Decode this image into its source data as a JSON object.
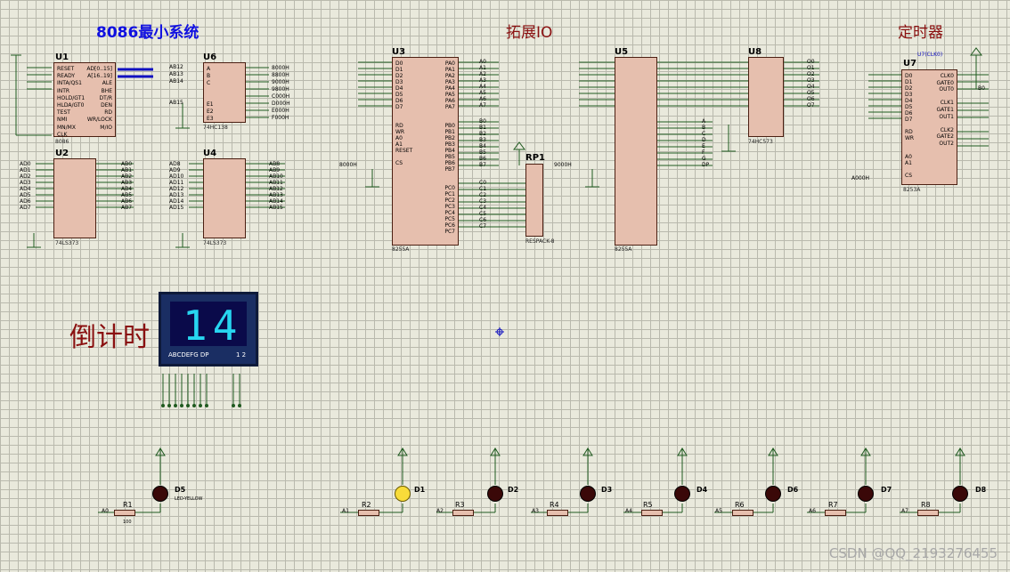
{
  "titles": {
    "min_system": "8086最小系统",
    "expand_io": "拓展IO",
    "timer": "定时器",
    "countdown": "倒计时"
  },
  "chips": {
    "u1": {
      "name": "U1",
      "type": "8086"
    },
    "u6": {
      "name": "U6",
      "type": "74HC138"
    },
    "u2": {
      "name": "U2",
      "type": "74LS373"
    },
    "u4": {
      "name": "U4",
      "type": "74LS373"
    },
    "u3": {
      "name": "U3",
      "type": "8255A"
    },
    "u5": {
      "name": "U5",
      "type": "8255A"
    },
    "u8": {
      "name": "U8",
      "type": "74HC573"
    },
    "u7": {
      "name": "U7",
      "type": "8253A"
    },
    "rp1": {
      "name": "RP1",
      "type": "RESPACK-8"
    }
  },
  "u1_pins_left": [
    "RESET",
    "READY",
    "INTA/QS1",
    "INTR",
    "HOLD/GT1",
    "HLDA/GT0",
    "TEST",
    "NMI",
    "MN/MX",
    "CLK"
  ],
  "u1_pins_right": [
    "AD[0..15]",
    "A[16..19]",
    "ALE",
    "BHE",
    "DT/R",
    "DEN",
    "RD",
    "WR/LOCK",
    "M/IO"
  ],
  "u6_outputs": [
    "8000H",
    "8800H",
    "9000H",
    "9800H",
    "C000H",
    "D000H",
    "E000H",
    "F000H"
  ],
  "u6_inputs": [
    "A",
    "B",
    "C",
    "E1",
    "E2",
    "E3"
  ],
  "u6_nets": [
    "AB12",
    "AB13",
    "AB14",
    "AB15"
  ],
  "u2_in": [
    "AD0",
    "AD1",
    "AD2",
    "AD3",
    "AD4",
    "AD5",
    "AD6",
    "AD7"
  ],
  "u2_out": [
    "AB0",
    "AB1",
    "AB2",
    "AB3",
    "AB4",
    "AB5",
    "AB6",
    "AB7"
  ],
  "u4_in": [
    "AD8",
    "AD9",
    "AD10",
    "AD11",
    "AD12",
    "AD13",
    "AD14",
    "AD15"
  ],
  "u4_out": [
    "AB8",
    "AB9",
    "AB10",
    "AB11",
    "AB12",
    "AB13",
    "AB14",
    "AB15"
  ],
  "u3_left": [
    "D0",
    "D1",
    "D2",
    "D3",
    "D4",
    "D5",
    "D6",
    "D7",
    "RD",
    "WR",
    "A0",
    "A1",
    "RESET",
    "CS"
  ],
  "u3_right_a": [
    "PA0",
    "PA1",
    "PA2",
    "PA3",
    "PA4",
    "PA5",
    "PA6",
    "PA7"
  ],
  "u3_right_b": [
    "PB0",
    "PB1",
    "PB2",
    "PB3",
    "PB4",
    "PB5",
    "PB6",
    "PB7"
  ],
  "u3_right_c": [
    "PC0",
    "PC1",
    "PC2",
    "PC3",
    "PC4",
    "PC5",
    "PC6",
    "PC7"
  ],
  "u3_nets_a": [
    "A0",
    "A1",
    "A2",
    "A3",
    "A4",
    "A5",
    "A6",
    "A7"
  ],
  "u3_nets_b": [
    "B0",
    "B1",
    "B2",
    "B3",
    "B4",
    "B5",
    "B6",
    "B7"
  ],
  "u3_nets_c": [
    "C0",
    "C1",
    "C2",
    "C3",
    "C4",
    "C5",
    "C6",
    "C7"
  ],
  "u3_cs": "8000H",
  "u5_cs": "9000H",
  "u5_seg_nets": [
    "A",
    "B",
    "C",
    "D",
    "E",
    "F",
    "G",
    "DP"
  ],
  "u8_out": [
    "O0",
    "O1",
    "O2",
    "O3",
    "O4",
    "O5",
    "O6",
    "O7"
  ],
  "u7_left": [
    "D0",
    "D1",
    "D2",
    "D3",
    "D4",
    "D5",
    "D6",
    "D7",
    "RD",
    "WR",
    "A0",
    "A1",
    "CS"
  ],
  "u7_right": [
    "CLK0",
    "GATE0",
    "OUT0",
    "CLK1",
    "GATE1",
    "OUT1",
    "CLK2",
    "GATE2",
    "OUT2"
  ],
  "u7_cs": "A000H",
  "u7_clk_label": "U7(CLK0)",
  "u7_out_net": "B0",
  "display": {
    "value": "14",
    "seg_label": "ABCDEFG  DP",
    "digit_label": "1 2"
  },
  "leds": [
    {
      "name": "D5",
      "res": "R1",
      "net": "A0",
      "on": false
    },
    {
      "name": "D1",
      "res": "R2",
      "net": "A1",
      "on": true
    },
    {
      "name": "D2",
      "res": "R3",
      "net": "A2",
      "on": false
    },
    {
      "name": "D3",
      "res": "R4",
      "net": "A3",
      "on": false
    },
    {
      "name": "D4",
      "res": "R5",
      "net": "A4",
      "on": false
    },
    {
      "name": "D6",
      "res": "R6",
      "net": "A5",
      "on": false
    },
    {
      "name": "D7",
      "res": "R7",
      "net": "A6",
      "on": false
    },
    {
      "name": "D8",
      "res": "R8",
      "net": "A7",
      "on": false
    }
  ],
  "led_model": "LED-YELLOW",
  "res_value": "100",
  "watermark": "CSDN @QQ_2193276455",
  "colors": {
    "chip_fill": "#e6bfae",
    "chip_border": "#4b1f12",
    "wire": "#1f5a1f",
    "title_blue": "#1010e0",
    "title_red": "#8a1010"
  }
}
